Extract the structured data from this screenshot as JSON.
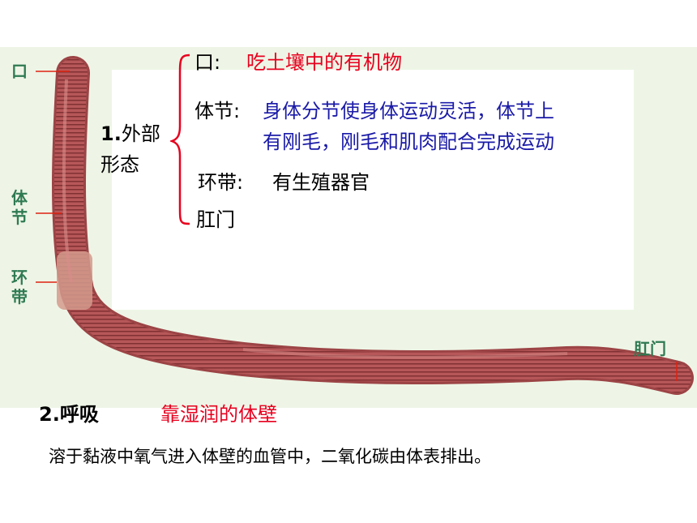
{
  "labels": {
    "mouth": "口",
    "segment": "体节",
    "clitellum": "环带",
    "anus": "肛门"
  },
  "section1": {
    "heading_num": "1.",
    "heading_line1": "外部",
    "heading_line2": "形态",
    "mouth_term": "口:",
    "mouth_desc": "吃土壤中的有机物",
    "segment_term": "体节:",
    "segment_desc_line1": "身体分节使身体运动灵活，体节上",
    "segment_desc_line2": "有刚毛，刚毛和肌肉配合完成运动",
    "clitellum_term": "环带:",
    "clitellum_desc": "有生殖器官",
    "anus_term": "肛门"
  },
  "section2": {
    "heading": "2.呼吸",
    "answer": "靠湿润的体壁",
    "detail": "溶于黏液中氧气进入体壁的血管中，二氧化碳由体表排出。"
  },
  "colors": {
    "worm_body": "#b8585a",
    "label_green": "#2f7a52",
    "answer_red": "#e8001e",
    "answer_blue": "#1a1aa8"
  }
}
